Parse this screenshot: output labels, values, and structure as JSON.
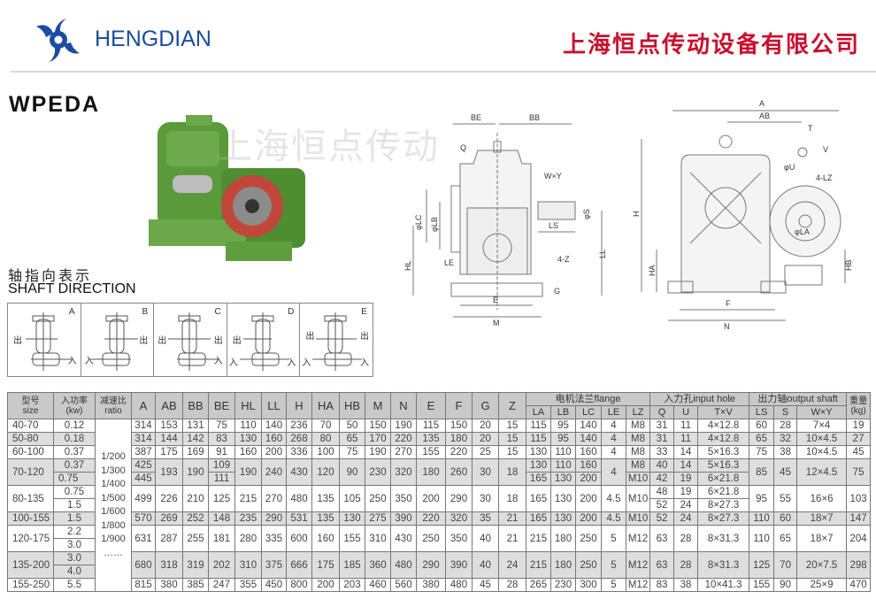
{
  "header": {
    "brand": "HENGDIAN",
    "company": "上海恒点传动设备有限公司"
  },
  "model": "WPEDA",
  "watermark": "上海恒点传动",
  "shaft_direction": {
    "title_cn": "轴指向表示",
    "title_en": "SHAFT DIRECTION",
    "out_label": "出",
    "in_label": "入",
    "boxes": [
      "A",
      "B",
      "C",
      "D",
      "E"
    ]
  },
  "front_view_labels": {
    "be": "BE",
    "bb": "BB",
    "q": "Q",
    "wy": "W×Y",
    "lc": "φLC",
    "lb": "φLB",
    "s": "φS",
    "ls": "LS",
    "hl": "HL",
    "le": "LE",
    "z": "4-Z",
    "ll": "LL",
    "g": "G",
    "e": "E",
    "m": "M"
  },
  "side_view_labels": {
    "a": "A",
    "ab": "AB",
    "t": "T",
    "v": "V",
    "u": "φU",
    "lz": "4-LZ",
    "h": "H",
    "la": "φLA",
    "ha": "HA",
    "hb": "HB",
    "f": "F",
    "n": "N"
  },
  "table": {
    "headers": {
      "size_cn": "型号",
      "size_en": "size",
      "power_cn": "入功率",
      "power_en": "(kw)",
      "ratio_cn": "减速比",
      "ratio_en": "ratio",
      "dims": [
        "A",
        "AB",
        "BB",
        "BE",
        "HL",
        "LL",
        "H",
        "HA",
        "HB",
        "M",
        "N",
        "E",
        "F",
        "G",
        "Z"
      ],
      "flange": "电机法兰flange",
      "flange_cols": [
        "LA",
        "LB",
        "LC",
        "LE",
        "LZ"
      ],
      "input": "入力孔input hole",
      "input_cols": [
        "Q",
        "U",
        "T×V"
      ],
      "output": "出力轴output shaft",
      "output_cols": [
        "LS",
        "S",
        "W×Y"
      ],
      "weight_cn": "重量",
      "weight_en": "(kg)"
    },
    "ratios": [
      "1/200",
      "1/300",
      "1/400",
      "1/500",
      "1/600",
      "1/800",
      "1/900",
      "……"
    ],
    "rows": [
      {
        "shade": false,
        "cells": [
          "40-70",
          "0.12",
          "314",
          "153",
          "131",
          "75",
          "110",
          "140",
          "236",
          "70",
          "50",
          "150",
          "190",
          "115",
          "150",
          "20",
          "15",
          "115",
          "95",
          "140",
          "4",
          "M8",
          "31",
          "11",
          "4×12.8",
          "60",
          "28",
          "7×4",
          "19"
        ]
      },
      {
        "shade": true,
        "cells": [
          "50-80",
          "0.18",
          "314",
          "144",
          "142",
          "83",
          "130",
          "160",
          "268",
          "80",
          "65",
          "170",
          "220",
          "135",
          "180",
          "20",
          "15",
          "115",
          "95",
          "140",
          "4",
          "M8",
          "31",
          "11",
          "4×12.8",
          "65",
          "32",
          "10×4.5",
          "27"
        ]
      },
      {
        "shade": false,
        "cells": [
          "60-100",
          "0.37",
          "387",
          "175",
          "169",
          "91",
          "160",
          "200",
          "336",
          "100",
          "75",
          "190",
          "270",
          "155",
          "220",
          "25",
          "15",
          "130",
          "110",
          "160",
          "4",
          "M8",
          "33",
          "14",
          "5×16.3",
          "75",
          "38",
          "10×4.5",
          "45"
        ]
      },
      {
        "shade": true,
        "cells": [
          {
            "v": "70-120",
            "rs": 2
          },
          "0.37",
          "425",
          {
            "v": "193",
            "rs": 2
          },
          {
            "v": "190",
            "rs": 2
          },
          "109",
          {
            "v": "190",
            "rs": 2
          },
          {
            "v": "240",
            "rs": 2
          },
          {
            "v": "430",
            "rs": 2
          },
          {
            "v": "120",
            "rs": 2
          },
          {
            "v": "90",
            "rs": 2
          },
          {
            "v": "230",
            "rs": 2
          },
          {
            "v": "320",
            "rs": 2
          },
          {
            "v": "180",
            "rs": 2
          },
          {
            "v": "260",
            "rs": 2
          },
          {
            "v": "30",
            "rs": 2
          },
          {
            "v": "18",
            "rs": 2
          },
          "130",
          "110",
          "160",
          {
            "v": "4",
            "rs": 2
          },
          "M8",
          "40",
          "14",
          "5×16.3",
          {
            "v": "85",
            "rs": 2
          },
          {
            "v": "45",
            "rs": 2
          },
          {
            "v": "12×4.5",
            "rs": 2
          },
          {
            "v": "75",
            "rs": 2
          }
        ]
      },
      {
        "shade": true,
        "cells": [
          "0.75",
          "445",
          "111",
          "165",
          "130",
          "200",
          "M10",
          "42",
          "19",
          "6×21.8"
        ]
      },
      {
        "shade": false,
        "cells": [
          {
            "v": "80-135",
            "rs": 2
          },
          "0.75",
          {
            "v": "499",
            "rs": 2
          },
          {
            "v": "226",
            "rs": 2
          },
          {
            "v": "210",
            "rs": 2
          },
          {
            "v": "125",
            "rs": 2
          },
          {
            "v": "215",
            "rs": 2
          },
          {
            "v": "270",
            "rs": 2
          },
          {
            "v": "480",
            "rs": 2
          },
          {
            "v": "135",
            "rs": 2
          },
          {
            "v": "105",
            "rs": 2
          },
          {
            "v": "250",
            "rs": 2
          },
          {
            "v": "350",
            "rs": 2
          },
          {
            "v": "200",
            "rs": 2
          },
          {
            "v": "290",
            "rs": 2
          },
          {
            "v": "30",
            "rs": 2
          },
          {
            "v": "18",
            "rs": 2
          },
          {
            "v": "165",
            "rs": 2
          },
          {
            "v": "130",
            "rs": 2
          },
          {
            "v": "200",
            "rs": 2
          },
          {
            "v": "4.5",
            "rs": 2
          },
          {
            "v": "M10",
            "rs": 2
          },
          "48",
          "19",
          "6×21.8",
          {
            "v": "95",
            "rs": 2
          },
          {
            "v": "55",
            "rs": 2
          },
          {
            "v": "16×6",
            "rs": 2
          },
          {
            "v": "103",
            "rs": 2
          }
        ]
      },
      {
        "shade": false,
        "cells": [
          "1.5",
          "52",
          "24",
          "8×27.3"
        ]
      },
      {
        "shade": true,
        "cells": [
          "100-155",
          "1.5",
          "570",
          "269",
          "252",
          "148",
          "235",
          "290",
          "531",
          "135",
          "130",
          "275",
          "390",
          "220",
          "320",
          "35",
          "21",
          "165",
          "130",
          "200",
          "4.5",
          "M10",
          "52",
          "24",
          "8×27.3",
          "110",
          "60",
          "18×7",
          "147"
        ]
      },
      {
        "shade": false,
        "cells": [
          {
            "v": "120-175",
            "rs": 2
          },
          "2.2",
          {
            "v": "631",
            "rs": 2
          },
          {
            "v": "287",
            "rs": 2
          },
          {
            "v": "255",
            "rs": 2
          },
          {
            "v": "181",
            "rs": 2
          },
          {
            "v": "280",
            "rs": 2
          },
          {
            "v": "335",
            "rs": 2
          },
          {
            "v": "600",
            "rs": 2
          },
          {
            "v": "160",
            "rs": 2
          },
          {
            "v": "155",
            "rs": 2
          },
          {
            "v": "310",
            "rs": 2
          },
          {
            "v": "430",
            "rs": 2
          },
          {
            "v": "250",
            "rs": 2
          },
          {
            "v": "350",
            "rs": 2
          },
          {
            "v": "40",
            "rs": 2
          },
          {
            "v": "21",
            "rs": 2
          },
          {
            "v": "215",
            "rs": 2
          },
          {
            "v": "180",
            "rs": 2
          },
          {
            "v": "250",
            "rs": 2
          },
          {
            "v": "5",
            "rs": 2
          },
          {
            "v": "M12",
            "rs": 2
          },
          {
            "v": "63",
            "rs": 2
          },
          {
            "v": "28",
            "rs": 2
          },
          {
            "v": "8×31.3",
            "rs": 2
          },
          {
            "v": "110",
            "rs": 2
          },
          {
            "v": "65",
            "rs": 2
          },
          {
            "v": "18×7",
            "rs": 2
          },
          {
            "v": "204",
            "rs": 2
          }
        ]
      },
      {
        "shade": false,
        "cells": [
          "3.0"
        ]
      },
      {
        "shade": true,
        "cells": [
          {
            "v": "135-200",
            "rs": 2
          },
          "3.0",
          {
            "v": "680",
            "rs": 2
          },
          {
            "v": "318",
            "rs": 2
          },
          {
            "v": "319",
            "rs": 2
          },
          {
            "v": "202",
            "rs": 2
          },
          {
            "v": "310",
            "rs": 2
          },
          {
            "v": "375",
            "rs": 2
          },
          {
            "v": "666",
            "rs": 2
          },
          {
            "v": "175",
            "rs": 2
          },
          {
            "v": "185",
            "rs": 2
          },
          {
            "v": "360",
            "rs": 2
          },
          {
            "v": "480",
            "rs": 2
          },
          {
            "v": "290",
            "rs": 2
          },
          {
            "v": "390",
            "rs": 2
          },
          {
            "v": "40",
            "rs": 2
          },
          {
            "v": "24",
            "rs": 2
          },
          {
            "v": "215",
            "rs": 2
          },
          {
            "v": "180",
            "rs": 2
          },
          {
            "v": "250",
            "rs": 2
          },
          {
            "v": "5",
            "rs": 2
          },
          {
            "v": "M12",
            "rs": 2
          },
          {
            "v": "63",
            "rs": 2
          },
          {
            "v": "28",
            "rs": 2
          },
          {
            "v": "8×31.3",
            "rs": 2
          },
          {
            "v": "125",
            "rs": 2
          },
          {
            "v": "70",
            "rs": 2
          },
          {
            "v": "20×7.5",
            "rs": 2
          },
          {
            "v": "298",
            "rs": 2
          }
        ]
      },
      {
        "shade": true,
        "cells": [
          "4.0"
        ]
      },
      {
        "shade": false,
        "cells": [
          "155-250",
          "5.5",
          "815",
          "380",
          "385",
          "247",
          "355",
          "450",
          "800",
          "200",
          "203",
          "460",
          "560",
          "380",
          "480",
          "45",
          "28",
          "265",
          "230",
          "300",
          "5",
          "M12",
          "83",
          "38",
          "10×41.3",
          "155",
          "90",
          "25×9",
          "470"
        ]
      }
    ]
  }
}
